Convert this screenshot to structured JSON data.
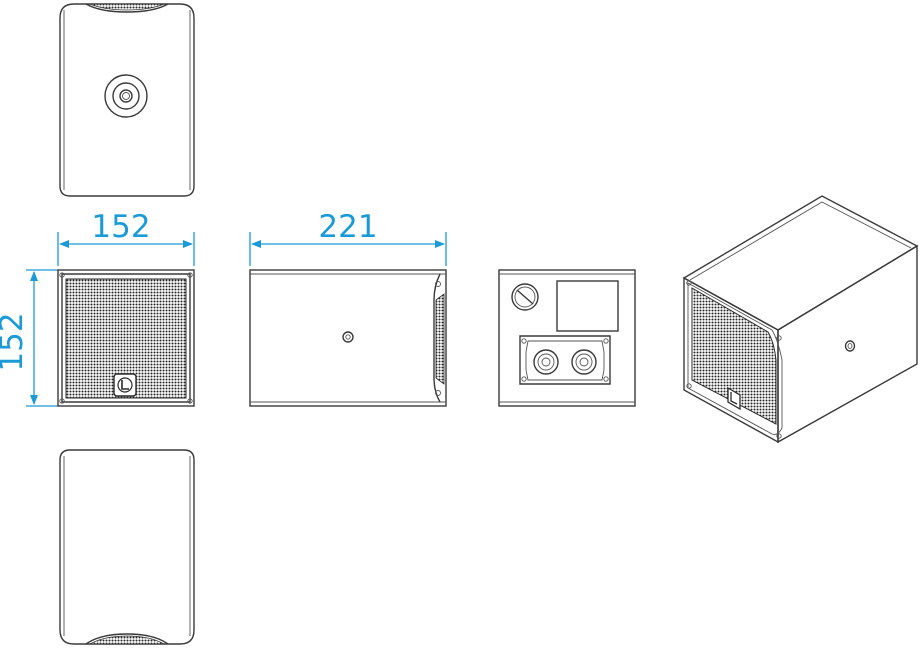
{
  "dimensions": {
    "width_label": "152",
    "depth_label": "221",
    "height_label": "152"
  },
  "colors": {
    "dimension": "#1a9bd7",
    "outline": "#3a3a3a",
    "grille": "#2a2a2a"
  },
  "views": [
    "top-view",
    "front-view",
    "side-view",
    "rear-view",
    "isometric-view",
    "bottom-view"
  ]
}
